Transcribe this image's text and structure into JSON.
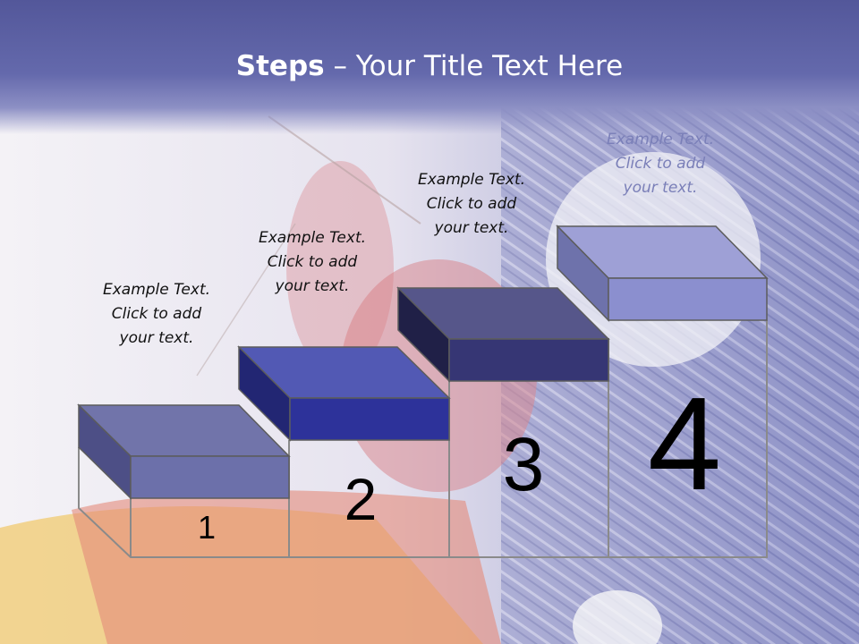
{
  "slide": {
    "title_bold": "Steps",
    "title_rest": " – Your Title Text Here"
  },
  "steps": [
    {
      "number": "1",
      "text": "Example Text.\nClick  to add\nyour text.",
      "color": "#6f72a9"
    },
    {
      "number": "2",
      "text": "Example Text.\nClick  to add\nyour text.",
      "color": "#2f3399"
    },
    {
      "number": "3",
      "text": "Example Text.\nClick  to add\nyour text.",
      "color": "#3a3b78"
    },
    {
      "number": "4",
      "text": "Example Text.\nClick  to add\nyour text.",
      "color": "#8b8fcf"
    }
  ]
}
